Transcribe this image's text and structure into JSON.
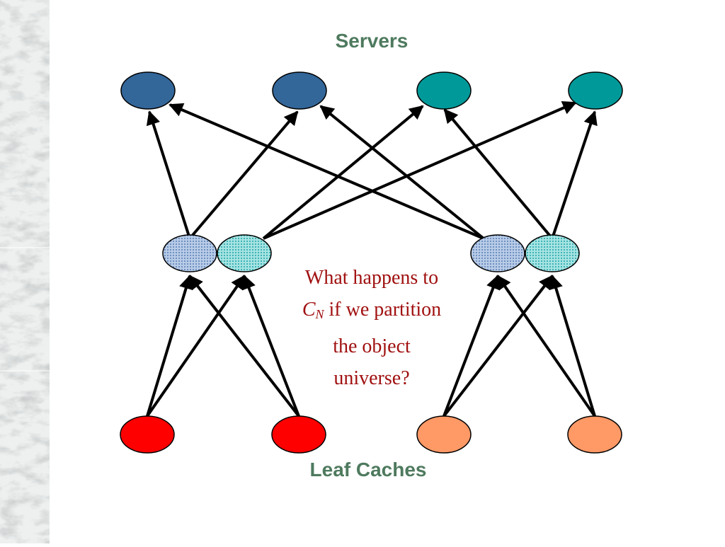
{
  "title_servers": "Servers",
  "title_leaf": "Leaf Caches",
  "question": {
    "line1": "What happens to",
    "cn_main": "C",
    "cn_sub": "N",
    "line2_rest": " if we partition",
    "line3": "the object",
    "line4": "universe?"
  },
  "colors": {
    "server_blue": "#336699",
    "server_teal": "#009999",
    "leaf_red": "#ff0000",
    "leaf_orange": "#ff9966",
    "mid_blue": "#99b3d9",
    "mid_teal": "#66cccc",
    "heading": "#4e7a5e",
    "question": "#a01010"
  }
}
